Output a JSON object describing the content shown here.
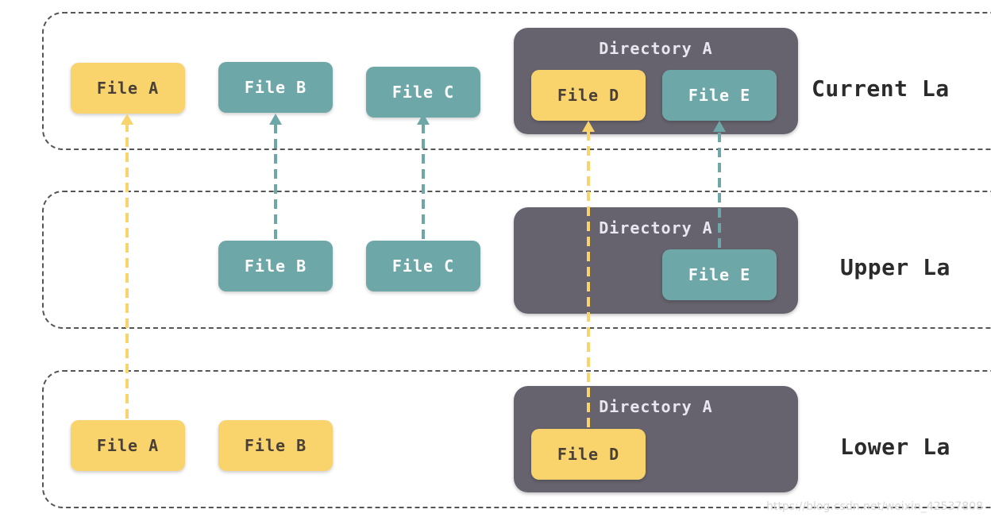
{
  "layers": {
    "current": {
      "label": "Current La"
    },
    "upper": {
      "label": "Upper La"
    },
    "lower": {
      "label": "Lower La"
    }
  },
  "current": {
    "file_a": "File A",
    "file_b": "File B",
    "file_c": "File C",
    "directory": "Directory A",
    "file_d": "File D",
    "file_e": "File E"
  },
  "upper": {
    "file_b": "File B",
    "file_c": "File C",
    "directory": "Directory A",
    "file_e": "File E"
  },
  "lower": {
    "file_a": "File A",
    "file_b": "File B",
    "directory": "Directory A",
    "file_d": "File D"
  },
  "colors": {
    "yellow": "#f9d46c",
    "teal": "#6ea7a7",
    "directory": "#66636e",
    "border": "#555555"
  },
  "watermark": "https://blog.csdn.net/weixin_42537808"
}
